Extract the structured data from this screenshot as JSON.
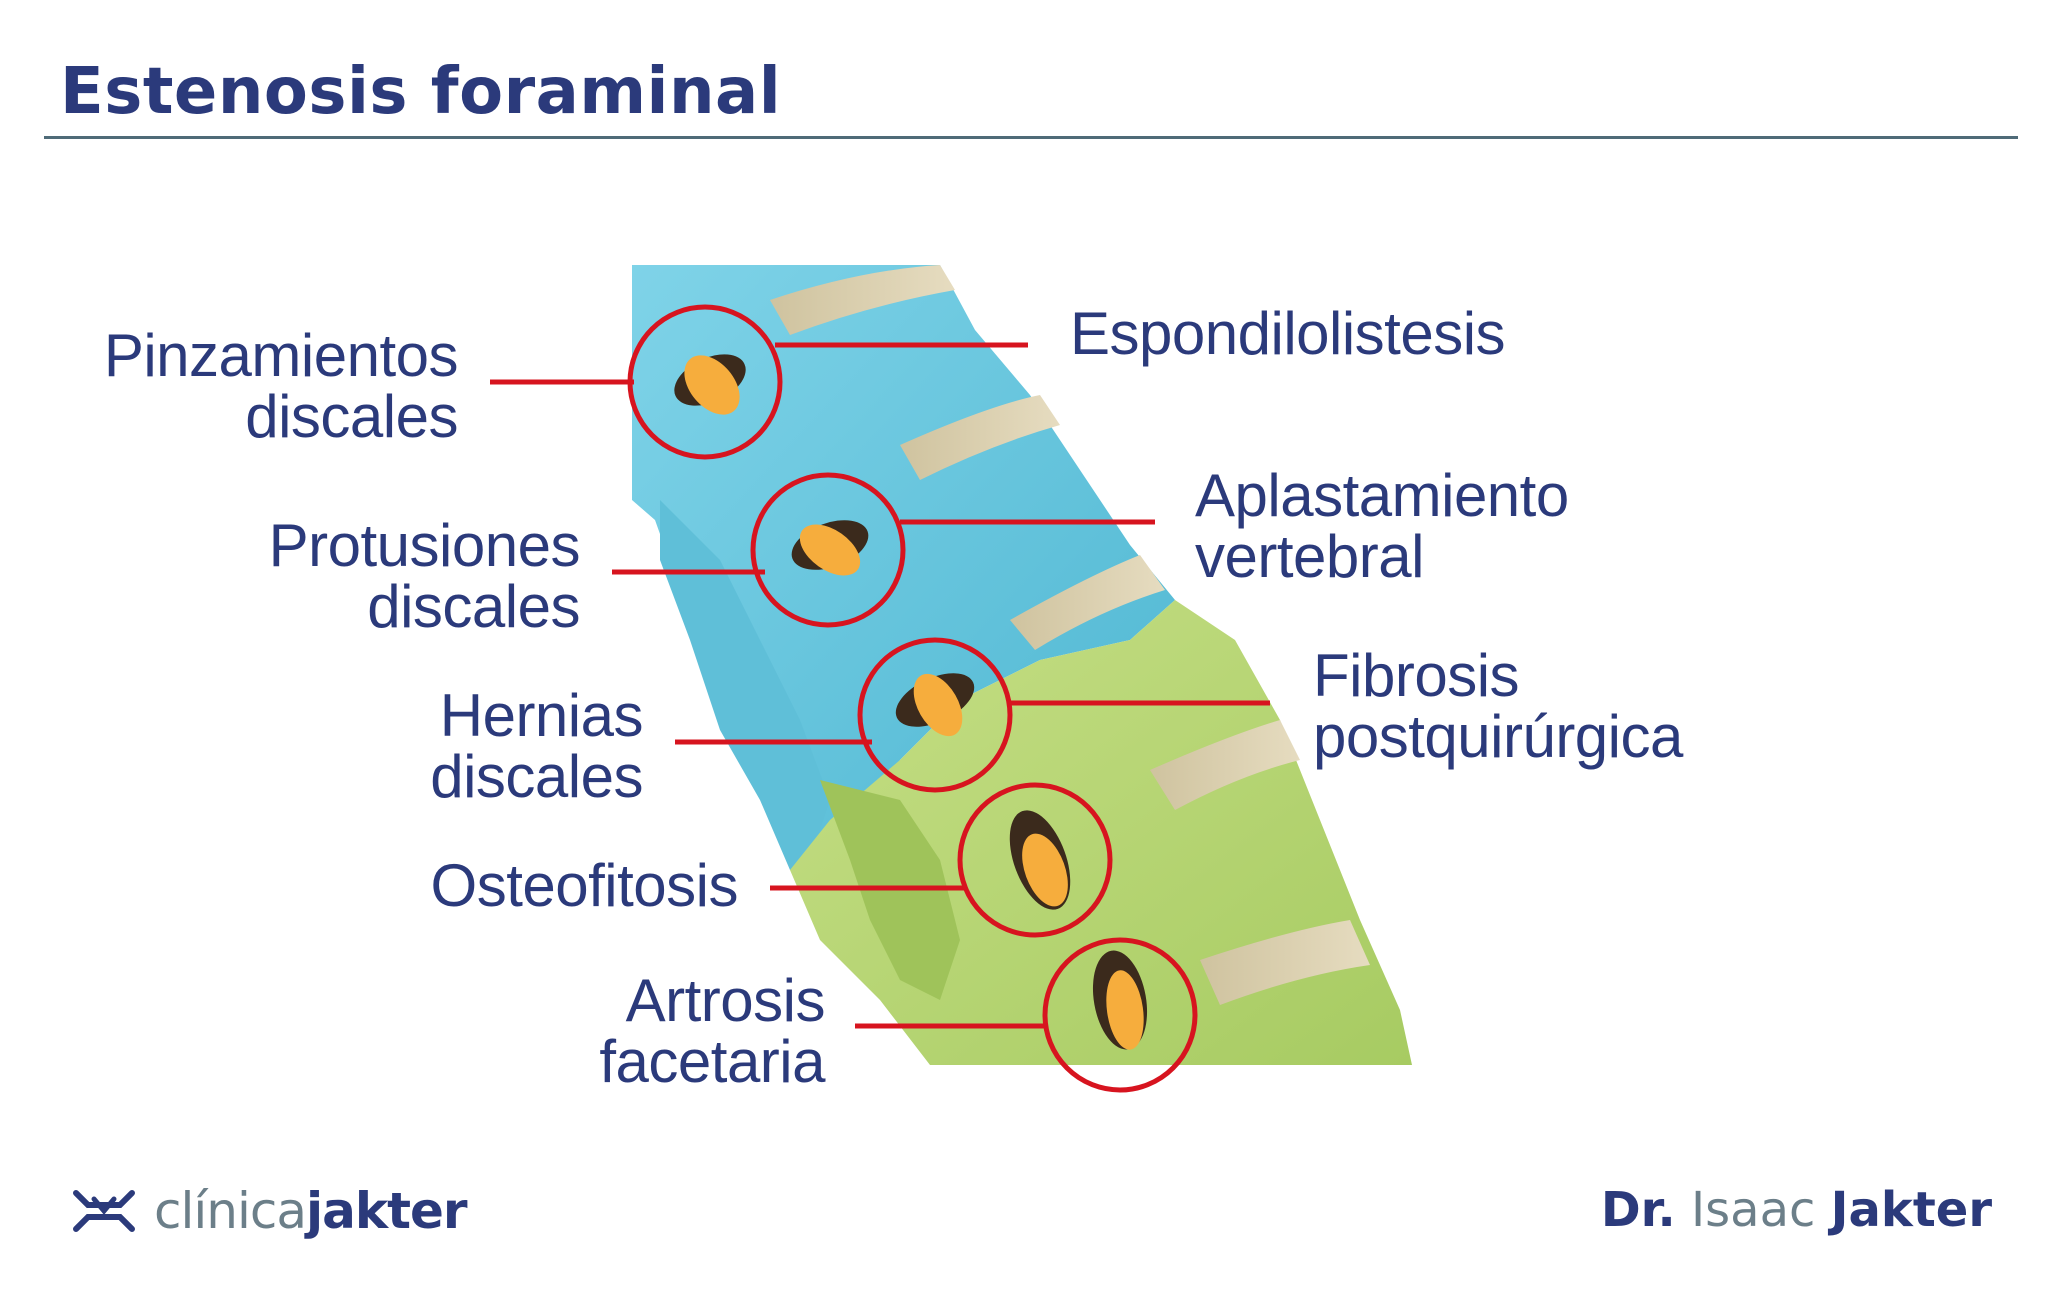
{
  "title": "Estenosis foraminal",
  "labels": {
    "pinzamientos": [
      "Pinzamientos",
      "discales"
    ],
    "protusiones": [
      "Protusiones",
      "discales"
    ],
    "hernias": [
      "Hernias",
      "discales"
    ],
    "osteofitosis": [
      "Osteofitosis"
    ],
    "artrosis": [
      "Artrosis",
      "facetaria"
    ],
    "espondilolistesis": [
      "Espondilolistesis"
    ],
    "aplastamiento": [
      "Aplastamiento",
      "vertebral"
    ],
    "fibrosis": [
      "Fibrosis",
      "postquirúrgica"
    ]
  },
  "footer": {
    "logo_part1": "clínica",
    "logo_part2": "jakter",
    "doctor_prefix": "Dr.",
    "doctor_first": "Isaac",
    "doctor_last": "Jakter"
  },
  "colors": {
    "text_blue": "#2b3a7b",
    "highlight_red": "#d7141f",
    "vertebra_blue": "#6ec9e0",
    "vertebra_green": "#b9d77a",
    "disc_cream": "#d9ceb0",
    "nerve_orange": "#f5a93a"
  }
}
